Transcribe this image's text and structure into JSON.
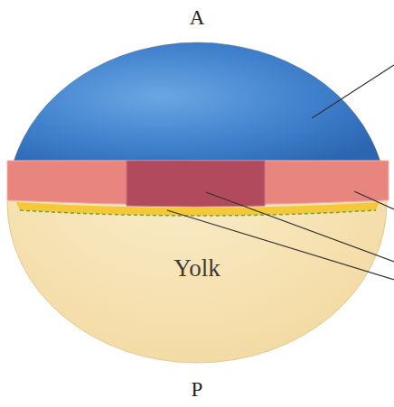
{
  "diagram": {
    "nodes": [
      {
        "text": [
          "Yolk"
        ]
      }
    ],
    "labels": [
      "A",
      "P"
    ]
  }
}
